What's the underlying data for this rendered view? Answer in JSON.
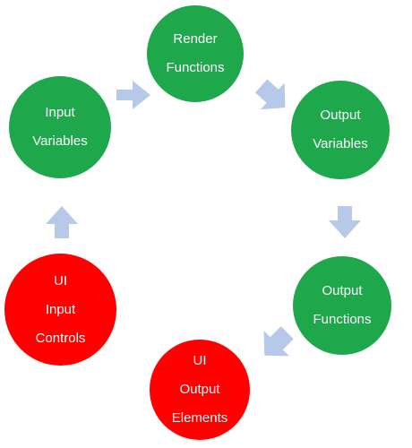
{
  "colors": {
    "process": "#1ea84b",
    "ui": "#ff0000",
    "arrow": "#b6c9e8",
    "text": "#ffffff"
  },
  "nodes": [
    {
      "id": "render-functions",
      "label": "Render\nFunctions",
      "kind": "process"
    },
    {
      "id": "output-variables",
      "label": "Output\nVariables",
      "kind": "process"
    },
    {
      "id": "output-functions",
      "label": "Output\nFunctions",
      "kind": "process"
    },
    {
      "id": "ui-output-elements",
      "label": "UI\nOutput\nElements",
      "kind": "ui"
    },
    {
      "id": "ui-input-controls",
      "label": "UI\nInput\nControls",
      "kind": "ui"
    },
    {
      "id": "input-variables",
      "label": "Input\nVariables",
      "kind": "process"
    }
  ],
  "edges": [
    {
      "from": "input-variables",
      "to": "render-functions"
    },
    {
      "from": "render-functions",
      "to": "output-variables"
    },
    {
      "from": "output-variables",
      "to": "output-functions"
    },
    {
      "from": "output-functions",
      "to": "ui-output-elements"
    },
    {
      "from": "ui-input-controls",
      "to": "input-variables"
    }
  ]
}
